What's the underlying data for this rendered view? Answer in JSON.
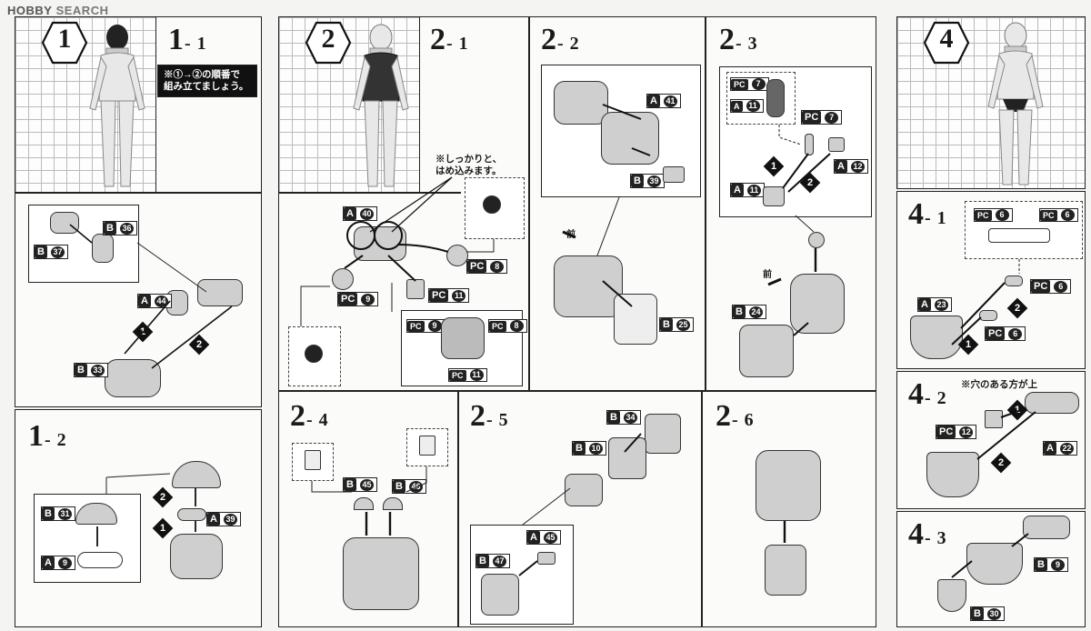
{
  "watermark": {
    "brand": "HOBBY",
    "suffix": "SEARCH"
  },
  "steps": {
    "s1": {
      "hex": "1",
      "sub1": {
        "main": "1",
        "sub": "- 1"
      },
      "sub2": {
        "main": "1",
        "sub": "- 2"
      }
    },
    "s2": {
      "hex": "2",
      "sub1": {
        "main": "2",
        "sub": "- 1"
      },
      "sub2": {
        "main": "2",
        "sub": "- 2"
      },
      "sub3": {
        "main": "2",
        "sub": "- 3"
      },
      "sub4": {
        "main": "2",
        "sub": "- 4"
      },
      "sub5": {
        "main": "2",
        "sub": "- 5"
      },
      "sub6": {
        "main": "2",
        "sub": "- 6"
      }
    },
    "s4": {
      "hex": "4",
      "sub1": {
        "main": "4",
        "sub": "- 1"
      },
      "sub2": {
        "main": "4",
        "sub": "- 2"
      },
      "sub3": {
        "main": "4",
        "sub": "- 3"
      }
    }
  },
  "notes": {
    "order_line1": "※①→②の順番で",
    "order_line2": "組み立てましょう。",
    "snug_line1": "※しっかりと、",
    "snug_line2": "はめ込みます。",
    "hole_up": "※穴のある方が上",
    "front": "前"
  },
  "badges": {
    "one": "1",
    "two": "2"
  },
  "labels": {
    "p1_b36": {
      "code": "B",
      "num": "36"
    },
    "p1_b37": {
      "code": "B",
      "num": "37"
    },
    "p1_a44": {
      "code": "A",
      "num": "44"
    },
    "p1_b33": {
      "code": "B",
      "num": "33"
    },
    "p12_b31": {
      "code": "B",
      "num": "31"
    },
    "p12_a9": {
      "code": "A",
      "num": "9"
    },
    "p12_a39": {
      "code": "A",
      "num": "39"
    },
    "p21_a40": {
      "code": "A",
      "num": "40"
    },
    "p21_pc8": {
      "code": "PC",
      "num": "8"
    },
    "p21_pc9": {
      "code": "PC",
      "num": "9"
    },
    "p21_pc11": {
      "code": "PC",
      "num": "11"
    },
    "p21_pc9s": {
      "code": "PC",
      "num": "9"
    },
    "p21_pc8s": {
      "code": "PC",
      "num": "8"
    },
    "p21_pc11s": {
      "code": "PC",
      "num": "11"
    },
    "p22_a41": {
      "code": "A",
      "num": "41"
    },
    "p22_b39": {
      "code": "B",
      "num": "39"
    },
    "p22_b25": {
      "code": "B",
      "num": "25"
    },
    "p23_pc7s": {
      "code": "PC",
      "num": "7"
    },
    "p23_a11s": {
      "code": "A",
      "num": "11"
    },
    "p23_pc7": {
      "code": "PC",
      "num": "7"
    },
    "p23_a12": {
      "code": "A",
      "num": "12"
    },
    "p23_a11": {
      "code": "A",
      "num": "11"
    },
    "p23_b24": {
      "code": "B",
      "num": "24"
    },
    "p24_b45": {
      "code": "B",
      "num": "45"
    },
    "p24_b46": {
      "code": "B",
      "num": "46"
    },
    "p25_b34": {
      "code": "B",
      "num": "34"
    },
    "p25_b10": {
      "code": "B",
      "num": "10"
    },
    "p25_a45": {
      "code": "A",
      "num": "45"
    },
    "p25_b47": {
      "code": "B",
      "num": "47"
    },
    "p41_pc6a": {
      "code": "PC",
      "num": "6"
    },
    "p41_pc6b": {
      "code": "PC",
      "num": "6"
    },
    "p41_pc6c": {
      "code": "PC",
      "num": "6"
    },
    "p41_pc6d": {
      "code": "PC",
      "num": "6"
    },
    "p41_a23": {
      "code": "A",
      "num": "23"
    },
    "p42_pc12": {
      "code": "PC",
      "num": "12"
    },
    "p42_a22": {
      "code": "A",
      "num": "22"
    },
    "p43_b9": {
      "code": "B",
      "num": "9"
    },
    "p43_b30": {
      "code": "B",
      "num": "30"
    }
  }
}
